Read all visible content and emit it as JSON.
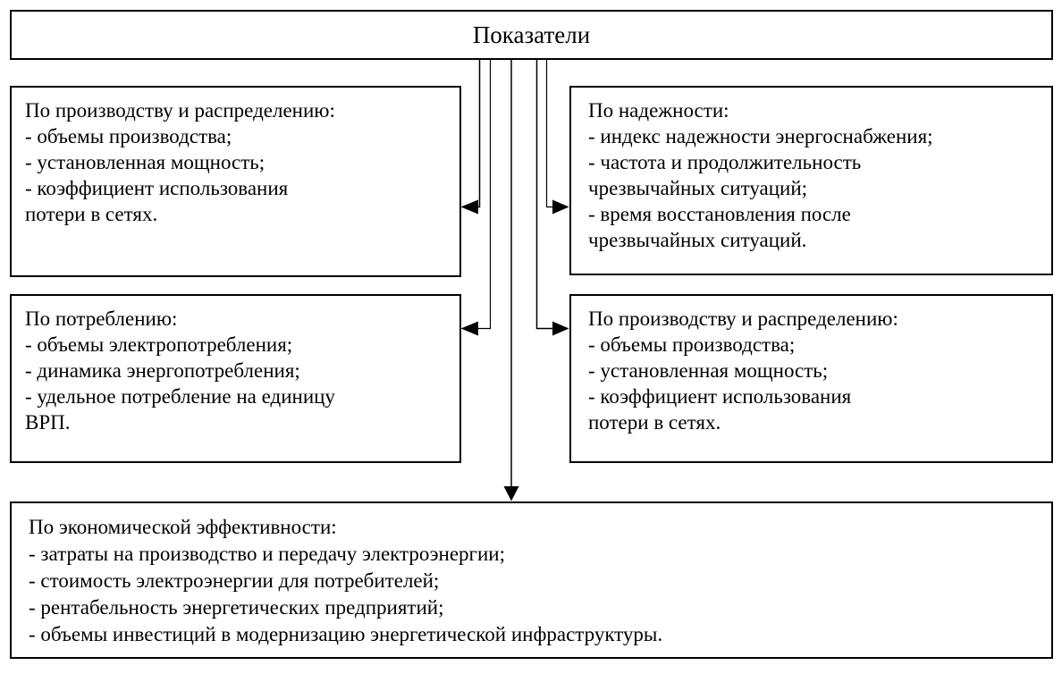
{
  "diagram": {
    "title_box": {
      "label": "Показатели"
    },
    "boxes": {
      "top_left": {
        "lines": [
          "По производству и распределению:",
          "- объемы производства;",
          "- установленная мощность;",
          "- коэффициент использования",
          "потери в сетях."
        ]
      },
      "top_right": {
        "lines": [
          "По надежности:",
          "- индекс надежности энергоснабжения;",
          "- частота и продолжительность",
          "чрезвычайных ситуаций;",
          "- время восстановления после",
          "чрезвычайных ситуаций."
        ]
      },
      "mid_left": {
        "lines": [
          "По потреблению:",
          "- объемы электропотребления;",
          "- динамика энергопотребления;",
          "- удельное потребление на единицу",
          "ВРП."
        ]
      },
      "mid_right": {
        "lines": [
          "По производству и распределению:",
          "- объемы производства;",
          "- установленная мощность;",
          "- коэффициент использования",
          "потери в сетях."
        ]
      },
      "bottom": {
        "lines": [
          "По экономической эффективности:",
          "- затраты на производство и передачу электроэнергии;",
          "- стоимость электроэнергии для потребителей;",
          "- рентабельность энергетических предприятий;",
          "- объемы инвестиций в модернизацию энергетической инфраструктуры."
        ]
      }
    },
    "colors": {
      "border": "#000000",
      "text": "#000000",
      "background": "#ffffff",
      "connector": "#000000"
    }
  }
}
